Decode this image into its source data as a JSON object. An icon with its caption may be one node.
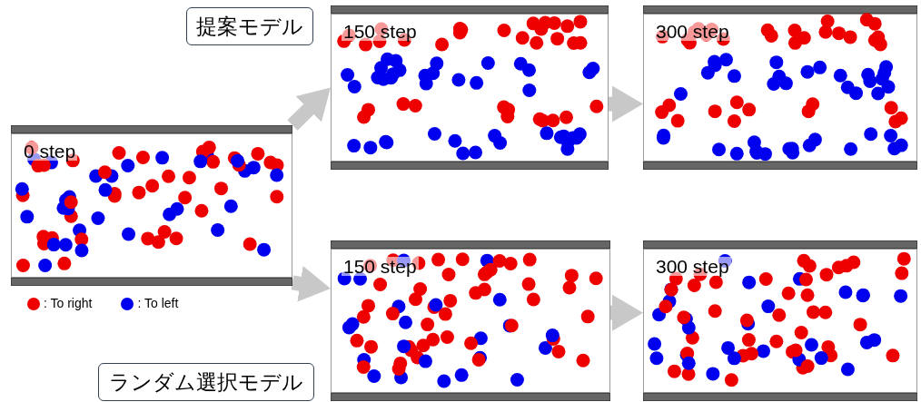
{
  "diagram": {
    "nodes": [
      {
        "text": [
          "0 step"
        ]
      },
      {
        "text": [
          "150 step"
        ]
      },
      {
        "text": [
          "300 step"
        ]
      },
      {
        "text": [
          "150 step"
        ]
      },
      {
        "text": [
          "300 step"
        ]
      },
      {
        "text": [
          "提案モデル"
        ]
      },
      {
        "text": [
          "ランダム選択モデル"
        ]
      }
    ],
    "edges": [
      {
        "from": 0,
        "to": 1,
        "arrow": "to"
      },
      {
        "from": 1,
        "to": 2,
        "arrow": "to"
      },
      {
        "from": 0,
        "to": 3,
        "arrow": "to"
      },
      {
        "from": 3,
        "to": 4,
        "arrow": "to"
      }
    ],
    "legend": [
      {
        "text": ": To right",
        "color": "#ee0000"
      },
      {
        "text": ": To left",
        "color": "#0000ee"
      }
    ]
  }
}
